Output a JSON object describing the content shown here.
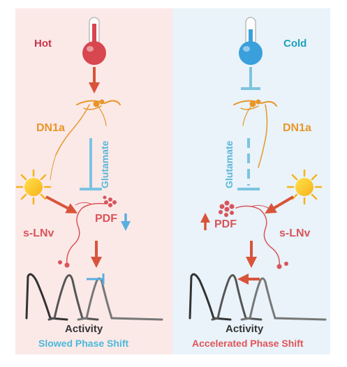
{
  "left": {
    "condition": "Hot",
    "neuron_top": "DN1a",
    "transmitter": "Glutamate",
    "neuron_bottom": "s-LNv",
    "peptide": "PDF",
    "axis_label": "Activity",
    "result": "Slowed Phase Shift"
  },
  "right": {
    "condition": "Cold",
    "neuron_top": "DN1a",
    "transmitter": "Glutamate",
    "neuron_bottom": "s-LNv",
    "peptide": "PDF",
    "axis_label": "Activity",
    "result": "Accelerated Phase Shift"
  },
  "colors": {
    "hot": "#c8344a",
    "cold": "#1ea0bd",
    "neuron_orange": "#e8962a",
    "arrow_red": "#d9533a",
    "inhibit_blue": "#7cc4e0",
    "panel_left_bg": "#fbe9e8",
    "panel_right_bg": "#e9f3f9"
  },
  "icons": [
    "thermometer-hot-icon",
    "thermometer-cold-icon",
    "sun-icon",
    "neuron-icon",
    "inhibition-bar-icon",
    "activity-curve-icon"
  ]
}
